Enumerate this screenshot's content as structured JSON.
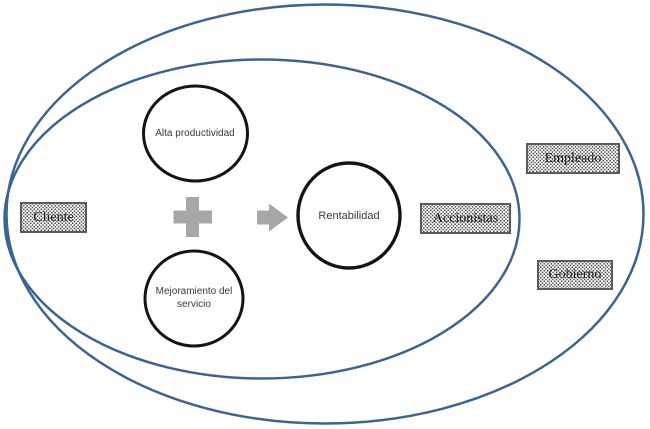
{
  "diagram": {
    "type": "stakeholder-flow-diagram",
    "background_color": "#ffffff",
    "colors": {
      "ellipse_stroke": "#3d648f",
      "circle_stroke": "#141414",
      "operator_gray": "#a7a7a7",
      "box_border": "#5a5a5a",
      "box_pattern_dot": "#4e4e4e",
      "text": "#1a1a1a"
    },
    "circles": [
      {
        "id": "alta-productividad",
        "label": "Alta productividad"
      },
      {
        "id": "mejoramiento-del-servicio",
        "label": "Mejoramiento del servicio"
      },
      {
        "id": "rentabilidad",
        "label": "Rentabilidad"
      }
    ],
    "operators": [
      {
        "id": "plus",
        "glyph": "plus-sign"
      },
      {
        "id": "arrow",
        "glyph": "right-arrow"
      }
    ],
    "stakeholders": [
      {
        "id": "cliente",
        "label": "Cliente",
        "region": "inner-ellipse"
      },
      {
        "id": "accionistas",
        "label": "Accionistas",
        "region": "inner-ellipse"
      },
      {
        "id": "empleado",
        "label": "Empleado",
        "region": "outer-ellipse"
      },
      {
        "id": "gobierno",
        "label": "Gobierno",
        "region": "outer-ellipse"
      }
    ]
  }
}
